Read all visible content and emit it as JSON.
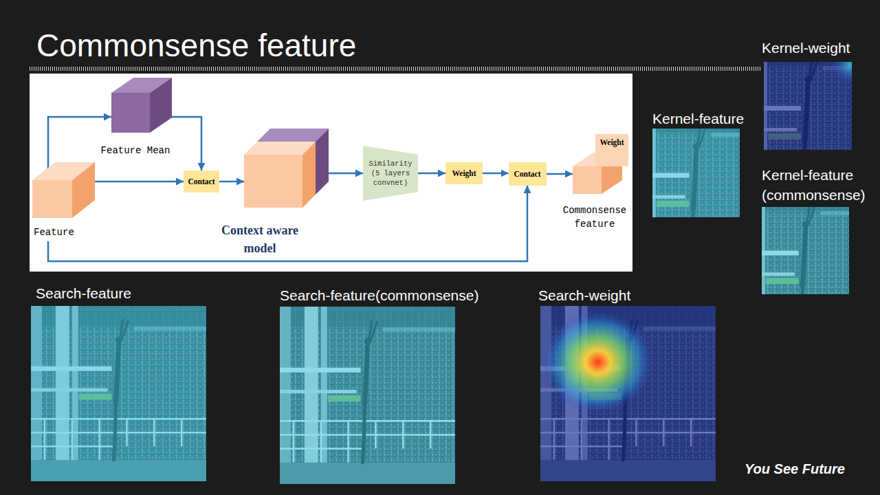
{
  "diagram": {
    "title": "Commonsense feature",
    "nodes": [
      {
        "text": [
          "Feature Mean"
        ]
      },
      {
        "text": [
          "Feature"
        ]
      },
      {
        "text": [
          "Contact"
        ]
      },
      {
        "text": [
          "Context aware model"
        ]
      },
      {
        "text": [
          "Similarity (5 layers convnet)"
        ]
      },
      {
        "text": [
          "Weight"
        ]
      },
      {
        "text": [
          "Contact"
        ]
      },
      {
        "text": [
          "Commonsense feature"
        ]
      },
      {
        "text": [
          "Weight"
        ],
        "in": 7
      }
    ],
    "edges": [
      {
        "from": 1,
        "to": 0,
        "arrow": "to"
      },
      {
        "from": 0,
        "to": 2,
        "arrow": "to"
      },
      {
        "from": 1,
        "to": 2,
        "arrow": "to"
      },
      {
        "from": 2,
        "to": 3,
        "arrow": "to"
      },
      {
        "from": 3,
        "to": 4,
        "arrow": "to"
      },
      {
        "from": 4,
        "to": 5,
        "arrow": "to"
      },
      {
        "from": 5,
        "to": 6,
        "arrow": "to"
      },
      {
        "from": 1,
        "to": 6,
        "arrow": "to"
      },
      {
        "from": 6,
        "to": 7,
        "arrow": "to"
      }
    ],
    "labels": [
      "Kernel-weight",
      "Kernel-feature",
      "Kernel-feature (commonsense)",
      "Search-feature",
      "Search-feature(commonsense)",
      "Search-weight",
      "You See Future"
    ]
  }
}
